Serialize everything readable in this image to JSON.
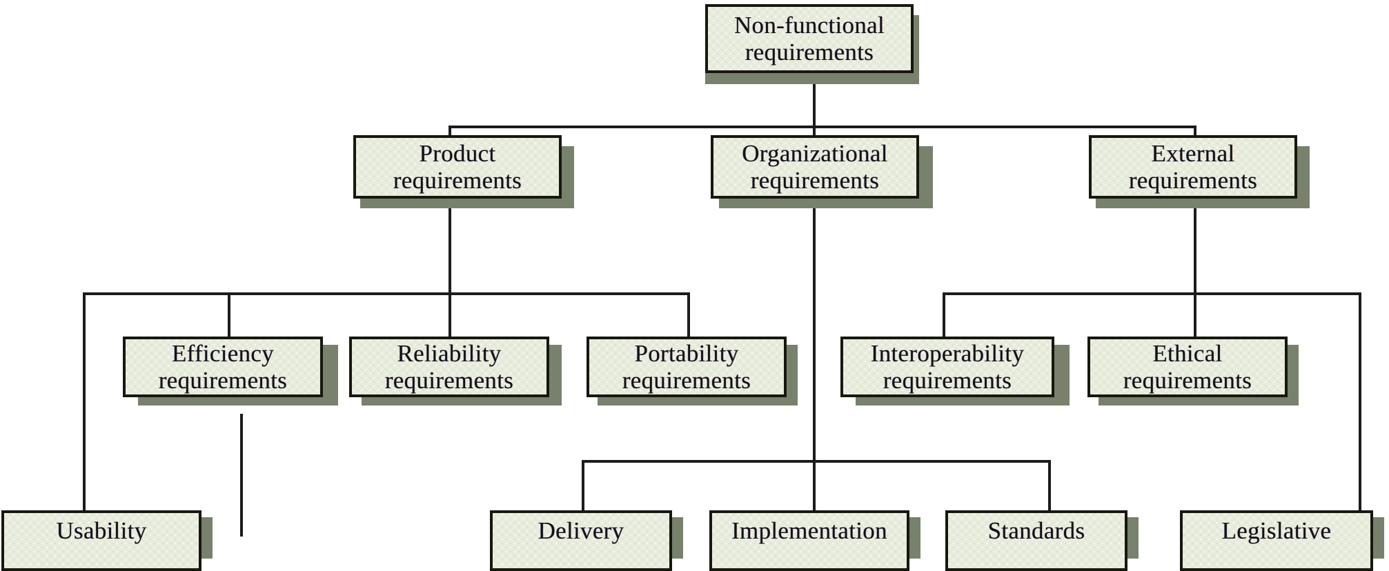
{
  "diagram": {
    "type": "tree",
    "title": "Non-functional requirements",
    "background_color": "#ffffff",
    "box_fill_color": "#e7ecdd",
    "box_border_color": "#17170f",
    "box_shadow_color": "#77816c",
    "line_color": "#1c1c1c",
    "text_color": "#141018",
    "nodes": {
      "root": {
        "label": "Non-functional\nrequirements",
        "level": 0
      },
      "product": {
        "label": "Product\nrequirements",
        "level": 1
      },
      "organizational": {
        "label": "Organizational\nrequirements",
        "level": 1
      },
      "external": {
        "label": "External\nrequirements",
        "level": 1
      },
      "efficiency": {
        "label": "Efficiency\nrequirements",
        "level": 2
      },
      "reliability": {
        "label": "Reliability\nrequirements",
        "level": 2
      },
      "portability": {
        "label": "Portability\nrequirements",
        "level": 2
      },
      "interoperability": {
        "label": "Interoperability\nrequirements",
        "level": 2
      },
      "ethical": {
        "label": "Ethical\nrequirements",
        "level": 2
      },
      "usability": {
        "label": "Usability",
        "level": 3
      },
      "delivery": {
        "label": "Delivery",
        "level": 3
      },
      "implementation": {
        "label": "Implementation",
        "level": 3
      },
      "standards": {
        "label": "Standards",
        "level": 3
      },
      "legislative": {
        "label": "Legislative",
        "level": 3
      }
    },
    "edges": [
      {
        "from": "root",
        "to": "product"
      },
      {
        "from": "root",
        "to": "organizational"
      },
      {
        "from": "root",
        "to": "external"
      },
      {
        "from": "product",
        "to": "usability"
      },
      {
        "from": "product",
        "to": "efficiency"
      },
      {
        "from": "product",
        "to": "reliability"
      },
      {
        "from": "product",
        "to": "portability"
      },
      {
        "from": "external",
        "to": "interoperability"
      },
      {
        "from": "external",
        "to": "ethical"
      },
      {
        "from": "external",
        "to": "legislative"
      },
      {
        "from": "organizational",
        "to": "delivery"
      },
      {
        "from": "organizational",
        "to": "implementation"
      },
      {
        "from": "organizational",
        "to": "standards"
      }
    ]
  }
}
